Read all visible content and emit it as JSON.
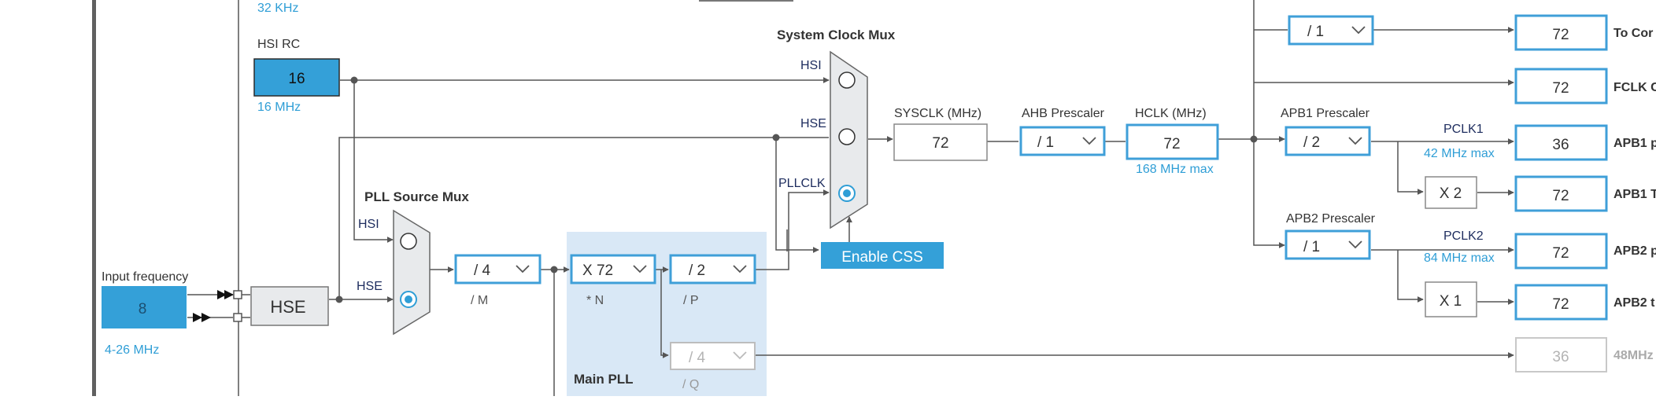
{
  "colors": {
    "accent": "#34a0d8",
    "line": "#555555",
    "box_border": "#3f9fd8",
    "blue_text": "#2f9ed6",
    "dark_text": "#333333",
    "disabled_text": "#b4b4b4",
    "pll_bg": "#d9e8f6"
  },
  "lse_freq": "32 KHz",
  "hsi_rc": {
    "label": "HSI RC",
    "value": "16",
    "freq": "16 MHz"
  },
  "input_freq": {
    "label": "Input frequency",
    "value": "8",
    "range": "4-26 MHz"
  },
  "hse_block": "HSE",
  "pll_source_mux": {
    "title": "PLL Source Mux",
    "hsi": "HSI",
    "hse": "HSE"
  },
  "pll": {
    "m": "/ 4",
    "m_label": "/ M",
    "n": "X 72",
    "n_label": "* N",
    "p": "/ 2",
    "p_label": "/ P",
    "q": "/ 4",
    "q_label": "/ Q",
    "title": "Main PLL"
  },
  "sys_mux": {
    "title": "System Clock Mux",
    "hsi": "HSI",
    "hse": "HSE",
    "pllclk": "PLLCLK"
  },
  "enable_css": "Enable CSS",
  "sysclk": {
    "label": "SYSCLK (MHz)",
    "value": "72"
  },
  "ahb": {
    "label": "AHB Prescaler",
    "value": "/ 1"
  },
  "hclk": {
    "label": "HCLK (MHz)",
    "value": "72",
    "max": "168 MHz max"
  },
  "top_prescaler": "/ 1",
  "apb1": {
    "label": "APB1 Prescaler",
    "value": "/ 2",
    "pclk": "PCLK1",
    "max": "42 MHz max",
    "mult": "X 2"
  },
  "apb2": {
    "label": "APB2 Prescaler",
    "value": "/ 1",
    "pclk": "PCLK2",
    "max": "84 MHz max",
    "mult": "X 1"
  },
  "outputs": [
    {
      "value": "72",
      "label": "To Cor"
    },
    {
      "value": "72",
      "label": "FCLK C"
    },
    {
      "value": "36",
      "label": "APB1 p"
    },
    {
      "value": "72",
      "label": "APB1 T"
    },
    {
      "value": "72",
      "label": "APB2 p"
    },
    {
      "value": "72",
      "label": "APB2 t"
    },
    {
      "value": "36",
      "label": "48MHz"
    }
  ]
}
